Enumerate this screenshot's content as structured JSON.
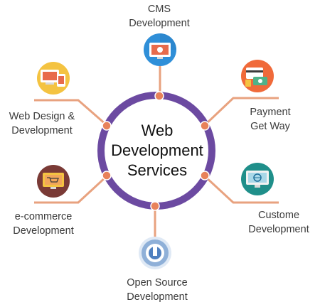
{
  "center": {
    "line1": "Web",
    "line2": "Development",
    "line3": "Services"
  },
  "nodes": {
    "cms": {
      "line1": "CMS",
      "line2": "Development",
      "icon": "monitor-icon",
      "color": "#2f8fd8"
    },
    "payment": {
      "line1": "Payment",
      "line2": "Get Way",
      "icon": "payment-card-icon",
      "color": "#f06a3a"
    },
    "custome": {
      "line1": "Custome",
      "line2": "Development",
      "icon": "globe-monitor-icon",
      "color": "#1f8f8a"
    },
    "open_source": {
      "line1": "Open Source",
      "line2": "Development",
      "icon": "open-source-icon",
      "color": "#8fb0d8"
    },
    "ecommerce": {
      "line1": "e-commerce",
      "line2": "Development",
      "icon": "cart-monitor-icon",
      "color": "#7a3a36"
    },
    "web_design": {
      "line1": "Web Design &",
      "line2": "Development",
      "icon": "devices-icon",
      "color": "#f4c341"
    }
  },
  "colors": {
    "ring": "#6c4aa1",
    "connector": "#e8a27f",
    "dot": "#e8825a"
  }
}
